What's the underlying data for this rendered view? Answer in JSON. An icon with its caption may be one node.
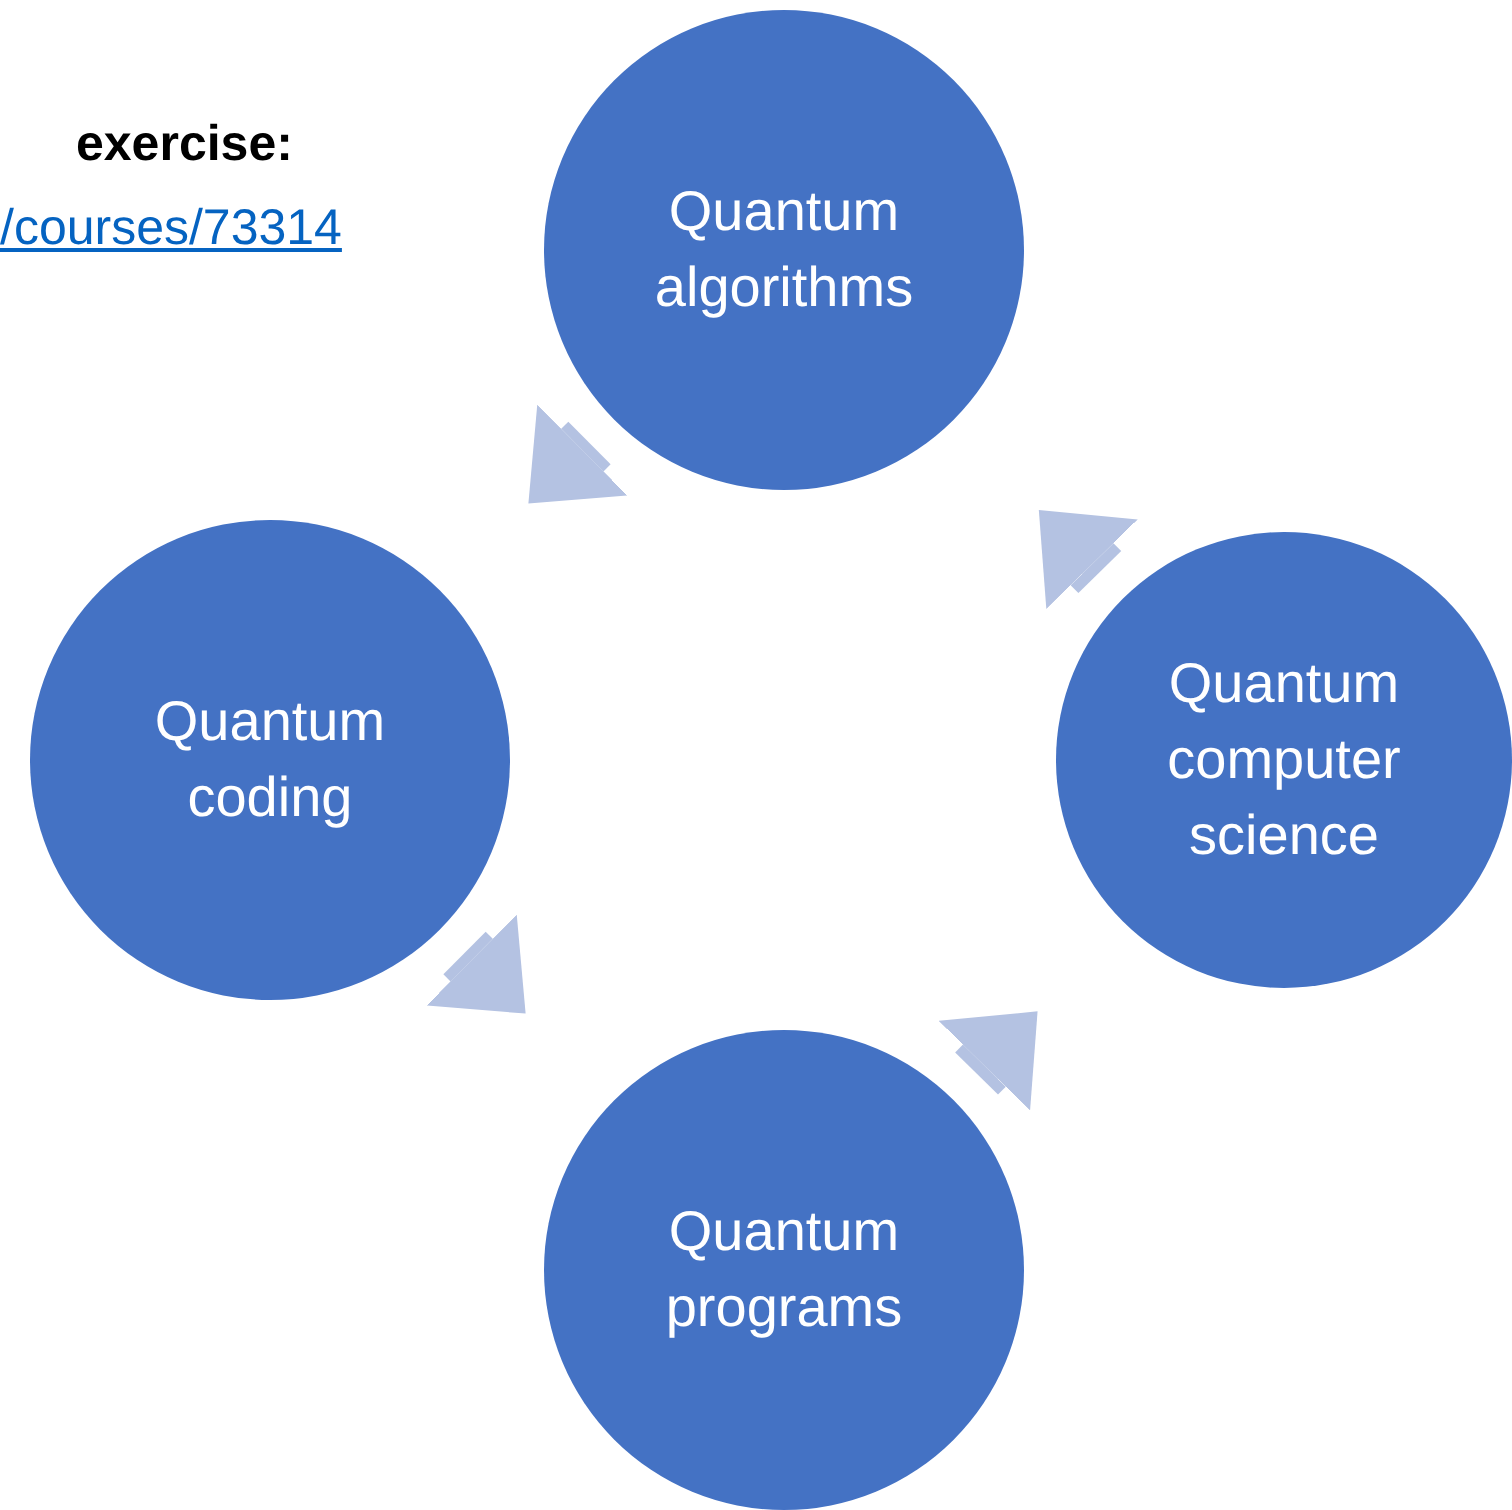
{
  "diagram": {
    "nodes": [
      {
        "text": [
          "Quantum algorithms"
        ]
      },
      {
        "text": [
          "Quantum coding"
        ]
      },
      {
        "text": [
          "Quantum programs"
        ]
      },
      {
        "text": [
          "Quantum computer science"
        ]
      }
    ],
    "edges": [
      {
        "from": 0,
        "to": 1,
        "arrow": "to"
      },
      {
        "from": 1,
        "to": 2,
        "arrow": "to"
      },
      {
        "from": 2,
        "to": 3,
        "arrow": "to"
      },
      {
        "from": 3,
        "to": 0,
        "arrow": "to"
      }
    ],
    "labels": [
      "exercise:",
      "/courses/73314"
    ]
  }
}
